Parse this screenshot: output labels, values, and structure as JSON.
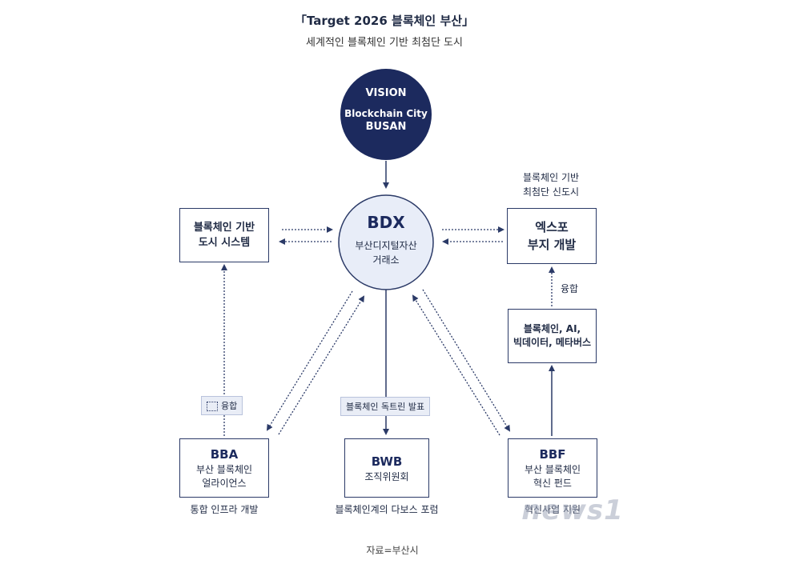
{
  "header": {
    "title": "「Target 2026 블록체인 부산」",
    "subtitle": "세계적인 블록체인 기반 최첨단 도시"
  },
  "vision": {
    "label": "VISION",
    "line1": "Blockchain City",
    "line2": "BUSAN"
  },
  "bdx": {
    "title": "BDX",
    "line1": "부산디지털자산",
    "line2": "거래소"
  },
  "left_box": {
    "line1": "블록체인 기반",
    "line2": "도시 시스템"
  },
  "right_caption": {
    "line1": "블록체인 기반",
    "line2": "최첨단 신도시"
  },
  "expo_box": {
    "line1": "엑스포",
    "line2": "부지 개발"
  },
  "fusion_label": "융합",
  "tech_box": {
    "line1": "블록체인, AI,",
    "line2": "빅데이터, 메타버스"
  },
  "tag_fusion": "융합",
  "tag_doctrine": "블록체인 독트린 발표",
  "bba": {
    "title": "BBA",
    "line1": "부산 블록체인",
    "line2": "얼라이언스",
    "caption": "통합 인프라 개발"
  },
  "bwb": {
    "title": "BWB",
    "line1": "조직위원회",
    "caption": "블록체인계의 다보스 포럼"
  },
  "bbf": {
    "title": "BBF",
    "line1": "부산 블록체인",
    "line2": "혁신 펀드",
    "caption": "혁신사업 지원"
  },
  "watermark": "news1",
  "source": "자료=부산시",
  "colors": {
    "navy": "#1c2a5e",
    "bdx_fill": "#e8edf8",
    "line": "#2b3a67"
  }
}
